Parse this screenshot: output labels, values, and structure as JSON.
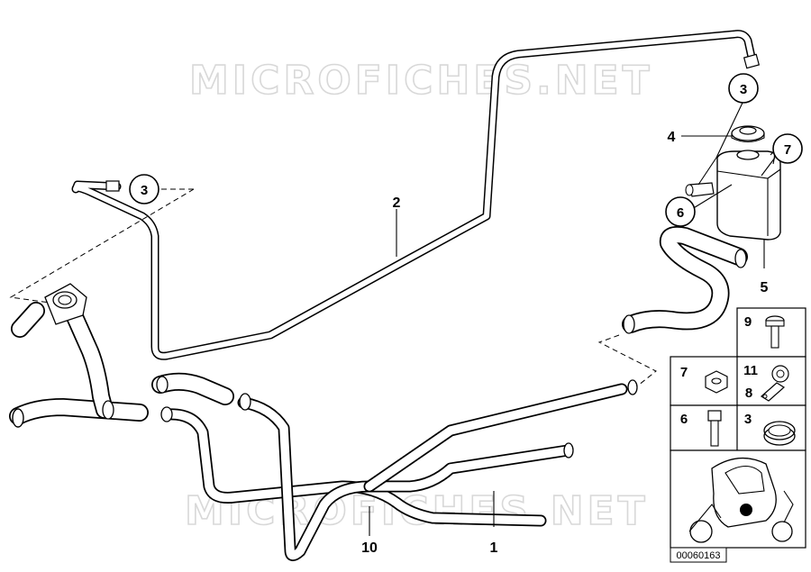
{
  "watermark": {
    "text": "MICROFICHES.NET"
  },
  "labels": {
    "pipe_2": "2",
    "hose_1": "1",
    "hose_10": "10",
    "cap_4": "4",
    "tank_5": "5",
    "circle_3_top": "3",
    "circle_3_left": "3",
    "circle_6": "6",
    "circle_7": "7"
  },
  "parts_panel": {
    "cell_9": "9",
    "cell_7": "7",
    "cell_11": "11",
    "cell_8": "8",
    "cell_6": "6",
    "cell_3": "3"
  },
  "diagram_id": "00060163"
}
